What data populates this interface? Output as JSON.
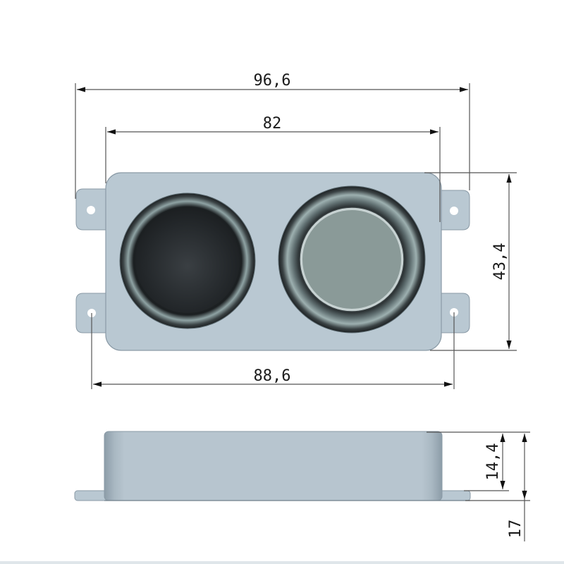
{
  "diagram": {
    "type": "technical-drawing",
    "subject": "dual speaker enclosure",
    "views": [
      "top-view",
      "side-view"
    ],
    "colors": {
      "body": "#b9c8d2",
      "body_edge": "#8a9aa6",
      "left_cone": "#25292c",
      "right_cone": "#8a9a98",
      "surround": "#3a4244",
      "dimension_line": "#555555"
    }
  },
  "dimensions": {
    "overall_width": "96,6",
    "body_width": "82",
    "hole_spacing": "88,6",
    "body_height": "43,4",
    "side_body_height": "14,4",
    "total_height": "17"
  }
}
